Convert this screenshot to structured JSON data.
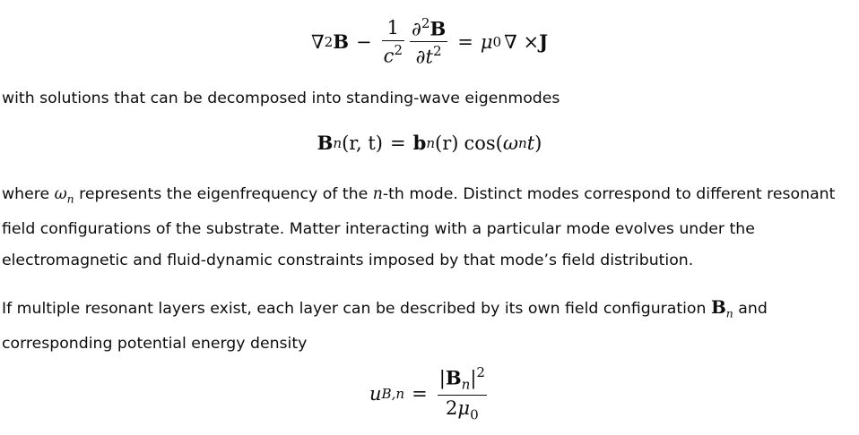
{
  "equations": {
    "wave_equation": {
      "nabla_sq": "∇",
      "sq": "2",
      "B": "B",
      "minus": "−",
      "frac1_num": "1",
      "frac1_den_c": "c",
      "frac1_den_sq": "2",
      "frac2_num_partial": "∂",
      "frac2_num_sq": "2",
      "frac2_num_B": "B",
      "frac2_den_partial": "∂",
      "frac2_den_t": "t",
      "frac2_den_sq": "2",
      "equals": "=",
      "mu": "μ",
      "zero": "0",
      "curl": "∇ × ",
      "J": "J"
    },
    "eigenmode": {
      "B": "B",
      "n": "n",
      "args": "(r, t)",
      "equals": "=",
      "b": "b",
      "n2": "n",
      "r": "(r)",
      "cos": "cos(",
      "omega": "ω",
      "n3": "n",
      "t": "t",
      "close": ")"
    },
    "energy_density": {
      "u": "u",
      "sub": "B,n",
      "equals": "=",
      "num_open": "|",
      "num_B": "B",
      "num_n": "n",
      "num_close": "|",
      "num_sq": "2",
      "den_2": "2",
      "den_mu": "μ",
      "den_zero": "0"
    }
  },
  "paragraphs": {
    "p1": "with solutions that can be decomposed into standing-wave eigenmodes",
    "p2": {
      "a": "where ",
      "omega": "ω",
      "omega_sub": "n",
      "b": " represents the eigenfrequency of the ",
      "n": "n",
      "c": "-th mode. Distinct modes correspond to different resonant",
      "line2": "field configurations of the substrate. Matter interacting with a particular mode evolves under the",
      "line3": "electromagnetic and fluid-dynamic constraints imposed by that mode’s field distribution."
    },
    "p3": {
      "a": "If multiple resonant layers exist, each layer can be described by its own field configuration ",
      "B": "B",
      "B_sub": "n",
      "b": " and",
      "line2": "corresponding potential energy density"
    }
  }
}
